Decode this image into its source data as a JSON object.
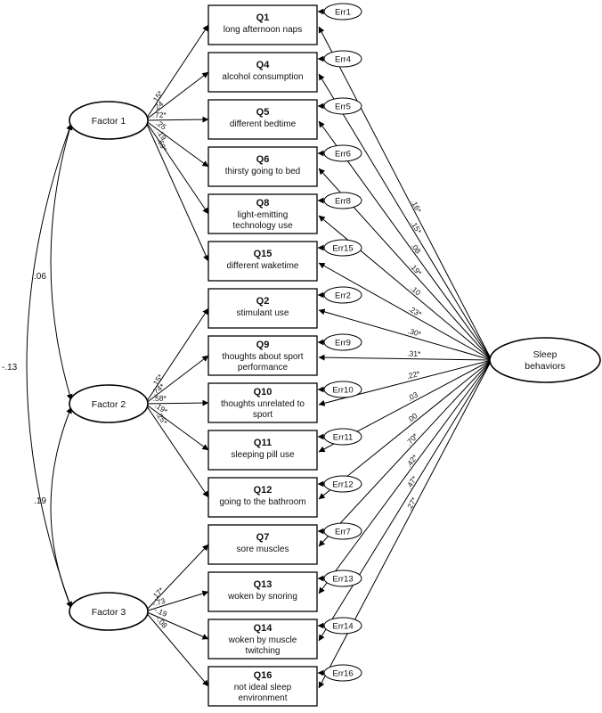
{
  "factors": [
    {
      "id": "f1",
      "label": "Factor 1"
    },
    {
      "id": "f2",
      "label": "Factor 2"
    },
    {
      "id": "f3",
      "label": "Factor 3"
    }
  ],
  "sleep": {
    "label_line1": "Sleep",
    "label_line2": "behaviors"
  },
  "items": [
    {
      "code": "Q1",
      "lines": [
        "long afternoon naps"
      ],
      "err": "Err1",
      "factor": "f1",
      "factor_loading": ".15*",
      "sleep_loading": ".16*"
    },
    {
      "code": "Q4",
      "lines": [
        "alcohol consumption"
      ],
      "err": "Err4",
      "factor": "f1",
      "factor_loading": ".24",
      "sleep_loading": ".15*"
    },
    {
      "code": "Q5",
      "lines": [
        "different bedtime"
      ],
      "err": "Err5",
      "factor": "f1",
      "factor_loading": ".72*",
      "sleep_loading": ".08"
    },
    {
      "code": "Q6",
      "lines": [
        "thirsty going to bed"
      ],
      "err": "Err6",
      "factor": "f1",
      "factor_loading": ".25",
      "sleep_loading": ".19*"
    },
    {
      "code": "Q8",
      "lines": [
        "light-emitting",
        "technology use"
      ],
      "err": "Err8",
      "factor": "f1",
      "factor_loading": ".19",
      "sleep_loading": ".10"
    },
    {
      "code": "Q15",
      "lines": [
        "different waketime"
      ],
      "err": "Err15",
      "factor": "f1",
      "factor_loading": ".69*",
      "sleep_loading": ".23*"
    },
    {
      "code": "Q2",
      "lines": [
        "stimulant use"
      ],
      "err": "Err2",
      "factor": "f2",
      "factor_loading": ".15*",
      "sleep_loading": ".30*"
    },
    {
      "code": "Q9",
      "lines": [
        "thoughts about sport",
        "performance"
      ],
      "err": "Err9",
      "factor": "f2",
      "factor_loading": ".74*",
      "sleep_loading": ".31*"
    },
    {
      "code": "Q10",
      "lines": [
        "thoughts unrelated to",
        "sport"
      ],
      "err": "Err10",
      "factor": "f2",
      "factor_loading": ".58*",
      "sleep_loading": ".22*"
    },
    {
      "code": "Q11",
      "lines": [
        "sleeping pill use"
      ],
      "err": "Err11",
      "factor": "f2",
      "factor_loading": ".19*",
      "sleep_loading": ".03"
    },
    {
      "code": "Q12",
      "lines": [
        "going to the bathroom"
      ],
      "err": "Err12",
      "factor": "f2",
      "factor_loading": ".25*",
      "sleep_loading": ".00"
    },
    {
      "code": "Q7",
      "lines": [
        "sore muscles"
      ],
      "err": "Err7",
      "factor": "f3",
      "factor_loading": ".17*",
      "sleep_loading": ".70*"
    },
    {
      "code": "Q13",
      "lines": [
        "woken by snoring"
      ],
      "err": "Err13",
      "factor": "f3",
      "factor_loading": "-.73",
      "sleep_loading": ".42*"
    },
    {
      "code": "Q14",
      "lines": [
        "woken by muscle",
        "twitching"
      ],
      "err": "Err14",
      "factor": "f3",
      "factor_loading": "-.19",
      "sleep_loading": ".47*"
    },
    {
      "code": "Q16",
      "lines": [
        "not ideal sleep",
        "environment"
      ],
      "err": "Err16",
      "factor": "f3",
      "factor_loading": "-.08",
      "sleep_loading": ".27*"
    }
  ],
  "covariances": [
    {
      "from": "f1",
      "to": "f2",
      "value": ".06"
    },
    {
      "from": "f2",
      "to": "f3",
      "value": ".19"
    },
    {
      "from": "f1",
      "to": "f3",
      "value": "-.13"
    }
  ]
}
